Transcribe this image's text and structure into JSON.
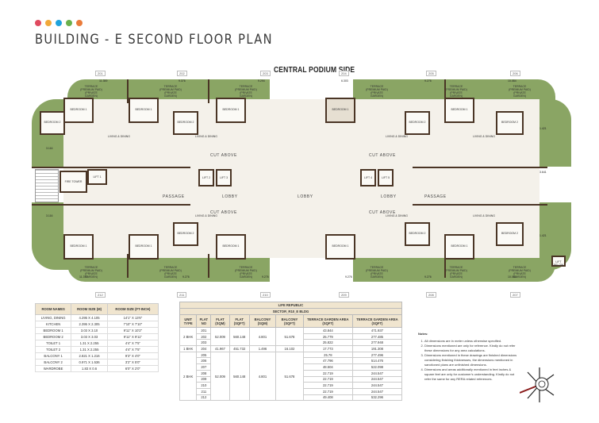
{
  "header": {
    "dots": [
      "#e04a5f",
      "#f1a93a",
      "#1fa3dc",
      "#6ab04c",
      "#ea7b3a"
    ],
    "title": "BUILDING - E SECOND FLOOR PLAN"
  },
  "plan": {
    "podium_label": "CENTRAL PODIUM SIDE",
    "top_flats": [
      "201",
      "202",
      "203",
      "204",
      "205",
      "206"
    ],
    "bottom_flats": [
      "212",
      "211",
      "210",
      "209",
      "208",
      "207"
    ],
    "terrace_label": "TERRACE (PREMIUM PAID) (PRIVATE GARDEN)",
    "core_labels": {
      "passage_left": "PASSAGE",
      "passage_right": "PASSAGE",
      "lobby_left": "LOBBY",
      "lobby_center": "LOBBY",
      "lobby_right": "LOBBY",
      "lift_1": "LIFT 1",
      "lift_2": "LIFT 2",
      "lift_3": "LIFT 3",
      "lift_4": "LIFT 4",
      "lift_5": "LIFT 5",
      "fire_tower": "FIRE TOWER",
      "cut_above": "CUT ABOVE",
      "lift_below": "LIFT BELOW"
    },
    "room_labels": {
      "bedroom_1": "BEDROOM 1",
      "bedroom_2": "BEDROOM 2",
      "living_dining": "LIVING & DINING",
      "kitchen": "KITCHEN",
      "balcony": "BALCONY",
      "toilet": "TOILET"
    },
    "dimensions": {
      "top": [
        "11.359",
        "9.376",
        "9.294",
        "6.303",
        "9.276",
        "10.084"
      ],
      "bottom": [
        "11.379",
        "9.276",
        "9.276",
        "9.276",
        "9.276",
        "10.084"
      ],
      "side": [
        "3.116",
        "3.116",
        "1.421",
        "3.641",
        "1.421"
      ]
    }
  },
  "room_sizes": {
    "headers": [
      "ROOM NAMES",
      "ROOM SIZE (M)",
      "ROOM SIZE (FT-INCH)"
    ],
    "rows": [
      [
        "LIVING, DINING",
        "4.295 X 4.105",
        "14'1\" X 13'6\""
      ],
      [
        "KITCHEN",
        "2.395 X 2.305",
        "7'10\" X 7'10\""
      ],
      [
        "BEDROOM 1",
        "3.03 X 3.10",
        "9'11\" X 10'2\""
      ],
      [
        "BEDROOM 2",
        "3.03 X 3.03",
        "9'11\" X 9'11\""
      ],
      [
        "TOILET 1",
        "1.31 X 2.255",
        "4'4\" X 7'5\""
      ],
      [
        "TOILET 2",
        "1.31 X 2.255",
        "4'4\" X 7'5\""
      ],
      [
        "BALCONY 1",
        "2.821 X 1.216",
        "9'3\" X 4'0\""
      ],
      [
        "BALCONY 2",
        "0.971 X 1.536",
        "3'2\" X 5'0\""
      ],
      [
        "WARDROBE",
        "1.83 X 0.6",
        "6'0\" X 2'0\""
      ]
    ]
  },
  "life_republic": {
    "title": "LIFE REPUBLIC",
    "subtitle": "SECTOR_R10_E BLDG",
    "headers": [
      "UNIT TYPE",
      "FLAT NO",
      "FLAT (SQM)",
      "FLAT (SQFT)",
      "BALCONY (SQM)",
      "BALCONY (SQFT)",
      "TERRACE GARDEN AREA (SQFT)",
      "TERRACE GARDEN AREA (SQFT)"
    ],
    "groups": [
      {
        "unit_type": "2 BHK",
        "flat_sqm": "52.009",
        "flat_sqft": "560.148",
        "balcony_sqm": "4.801",
        "balcony_sqft": "51.678",
        "rows": [
          [
            "201",
            "43.844",
            "471.937"
          ],
          [
            "202",
            "25.779",
            "277.485"
          ],
          [
            "203",
            "25.822",
            "277.948"
          ]
        ]
      },
      {
        "unit_type": "1 BHK",
        "flat_sqm": "41.967",
        "flat_sqft": "451.732",
        "balcony_sqm": "1.496",
        "balcony_sqft": "16.102",
        "rows": [
          [
            "204",
            "17.773",
            "191.308"
          ]
        ]
      },
      {
        "unit_type": "2 BHK",
        "flat_sqm": "52.009",
        "flat_sqft": "560.148",
        "balcony_sqm": "4.801",
        "balcony_sqft": "51.678",
        "rows": [
          [
            "205",
            "25.78",
            "277.496"
          ],
          [
            "206",
            "47.796",
            "514.476"
          ],
          [
            "207",
            "48.504",
            "522.098"
          ],
          [
            "208",
            "22.719",
            "244.547"
          ],
          [
            "209",
            "22.719",
            "244.547"
          ],
          [
            "210",
            "22.719",
            "244.547"
          ],
          [
            "211",
            "22.719",
            "244.547"
          ],
          [
            "212",
            "49.408",
            "532.296"
          ]
        ]
      }
    ]
  },
  "notes": {
    "title": "Notes:",
    "items": [
      "All dimensions are in meter unless otherwise specified.",
      "Dimensions mentioned are only for reference. Kindly do not refer these dimensions for any area calculations.",
      "Dimensions mentioned in these drawings are finished dimensions considering finishing thicknesses, the dimensions mentioned in sanctioned plans are unfinished dimensions.",
      "Dimensions and areas additionally mentioned in feet inches & square feet are only for customer's understanding. Kindly do not refer the same for any RERA related references."
    ]
  }
}
